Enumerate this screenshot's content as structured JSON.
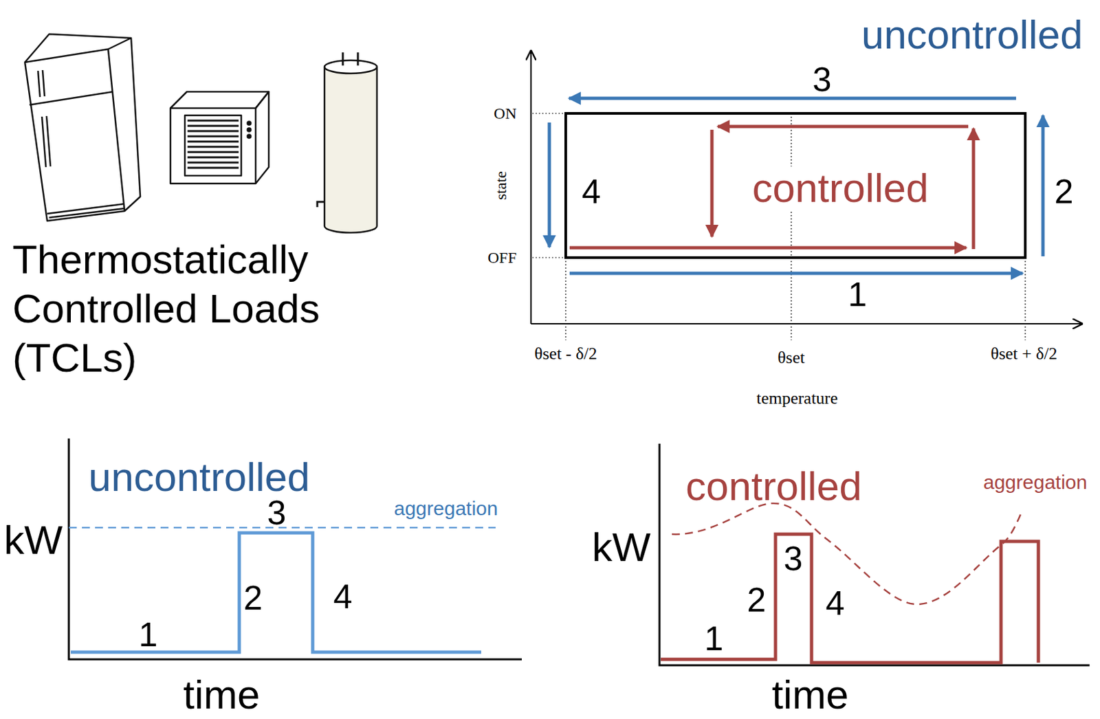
{
  "diagram": {
    "labels": [
      "Thermostatically Controlled Loads (TCLs)",
      "uncontrolled",
      "3",
      "controlled",
      "4",
      "2",
      "ON",
      "state",
      "OFF",
      "1",
      "θset - δ/2",
      "θset",
      "θset + δ/2",
      "temperature",
      "uncontrolled",
      "aggregation",
      "kW",
      "3",
      "2",
      "4",
      "1",
      "time",
      "controlled",
      "aggregation",
      "kW",
      "3",
      "2",
      "4",
      "1",
      "time"
    ]
  }
}
